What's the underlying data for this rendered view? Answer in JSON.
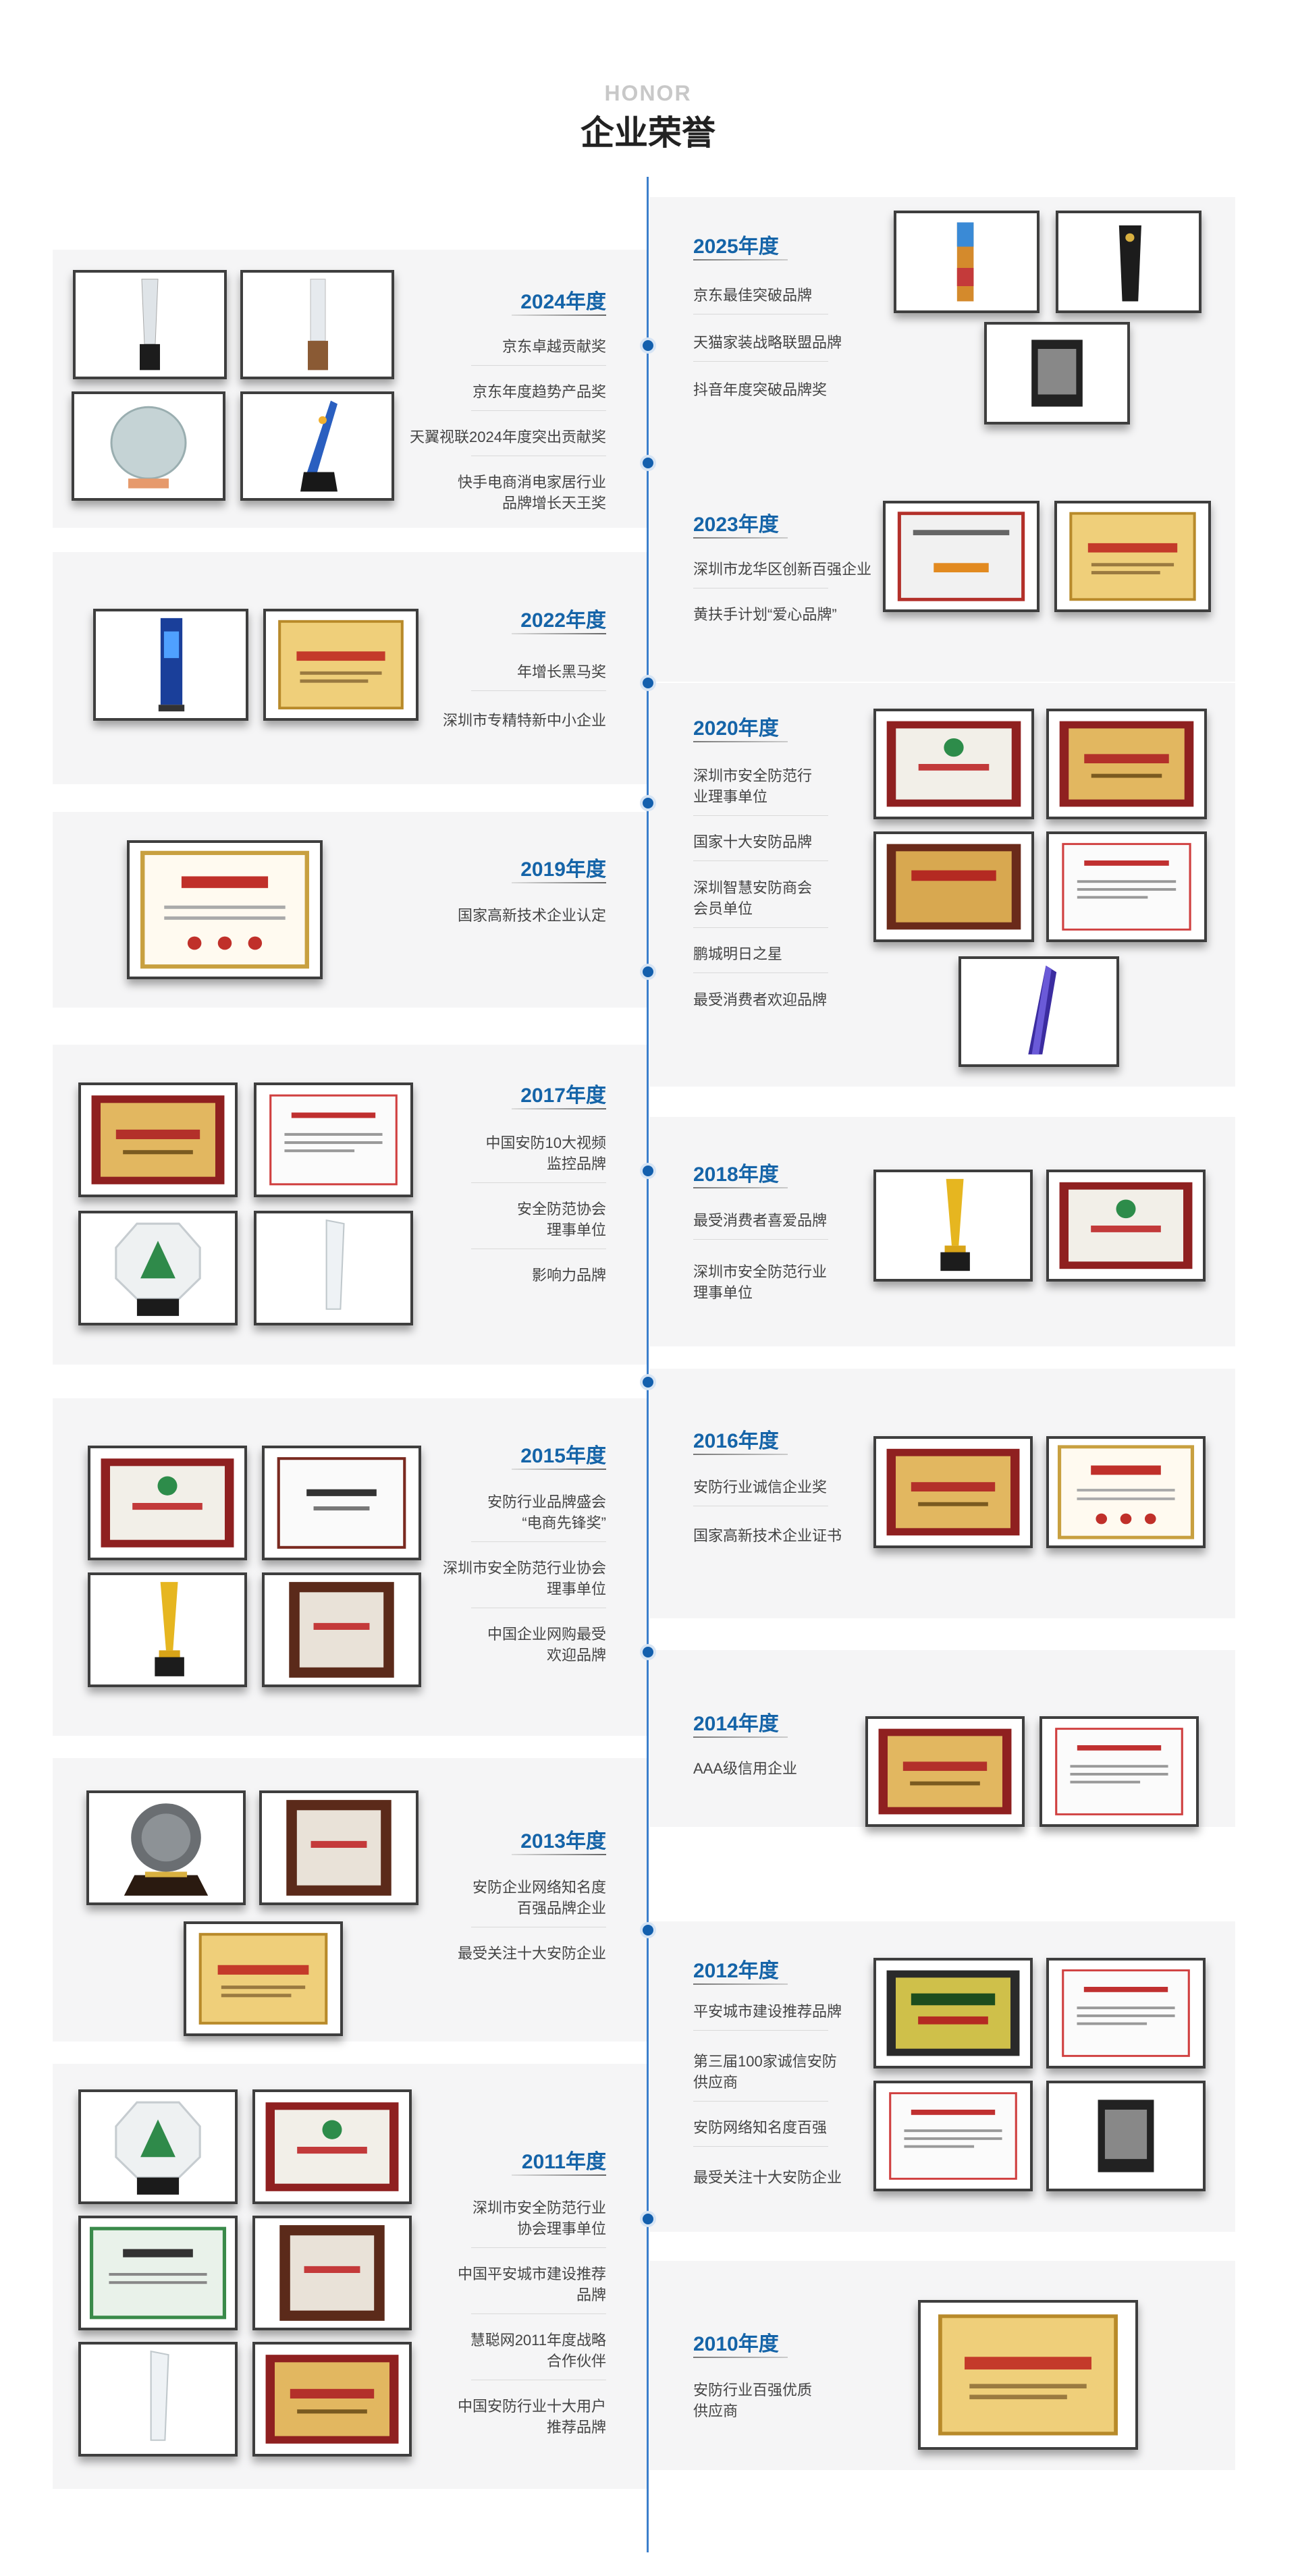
{
  "header": {
    "subtitle": "HONOR",
    "title": "企业荣誉"
  },
  "colors": {
    "accent": "#1564a8",
    "axis": "#3c7fcc",
    "card_bg": "#f5f5f6"
  },
  "years": [
    {
      "year": "2025年度",
      "awards": [
        "京东最佳突破品牌",
        "天猫家装战略联盟品牌",
        "抖音年度突破品牌奖"
      ]
    },
    {
      "year": "2024年度",
      "awards": [
        "京东卓越贡献奖",
        "京东年度趋势产品奖",
        "天翼视联2024年度突出贡献奖",
        "快手电商消电家居行业\n品牌增长天王奖"
      ]
    },
    {
      "year": "2023年度",
      "awards": [
        "深圳市龙华区创新百强企业",
        "黄扶手计划“爱心品牌”"
      ]
    },
    {
      "year": "2022年度",
      "awards": [
        "年增长黑马奖",
        "深圳市专精特新中小企业"
      ]
    },
    {
      "year": "2020年度",
      "awards": [
        "深圳市安全防范行\n业理事单位",
        "国家十大安防品牌",
        "深圳智慧安防商会\n会员单位",
        "鹏城明日之星",
        "最受消费者欢迎品牌"
      ]
    },
    {
      "year": "2019年度",
      "awards": [
        "国家高新技术企业认定"
      ]
    },
    {
      "year": "2017年度",
      "awards": [
        "中国安防10大视频\n监控品牌",
        "安全防范协会\n理事单位",
        "影响力品牌"
      ]
    },
    {
      "year": "2018年度",
      "awards": [
        "最受消费者喜爱品牌",
        "深圳市安全防范行业\n理事单位"
      ]
    },
    {
      "year": "2016年度",
      "awards": [
        "安防行业诚信企业奖",
        "国家高新技术企业证书"
      ]
    },
    {
      "year": "2015年度",
      "awards": [
        "安防行业品牌盛会\n“电商先锋奖”",
        "深圳市安全防范行业协会\n理事单位",
        "中国企业网购最受\n欢迎品牌"
      ]
    },
    {
      "year": "2014年度",
      "awards": [
        "AAA级信用企业"
      ]
    },
    {
      "year": "2013年度",
      "awards": [
        "安防企业网络知名度\n百强品牌企业",
        "最受关注十大安防企业"
      ]
    },
    {
      "year": "2012年度",
      "awards": [
        "平安城市建设推荐品牌",
        "第三届100家诚信安防\n供应商",
        "安防网络知名度百强",
        "最受关注十大安防企业"
      ]
    },
    {
      "year": "2011年度",
      "awards": [
        "深圳市安全防范行业\n协会理事单位",
        "中国平安城市建设推荐\n品牌",
        "慧聪网2011年度战略\n合作伙伴",
        "中国安防行业十大用户\n推荐品牌"
      ]
    },
    {
      "year": "2010年度",
      "awards": [
        "安防行业百强优质\n供应商"
      ]
    }
  ]
}
